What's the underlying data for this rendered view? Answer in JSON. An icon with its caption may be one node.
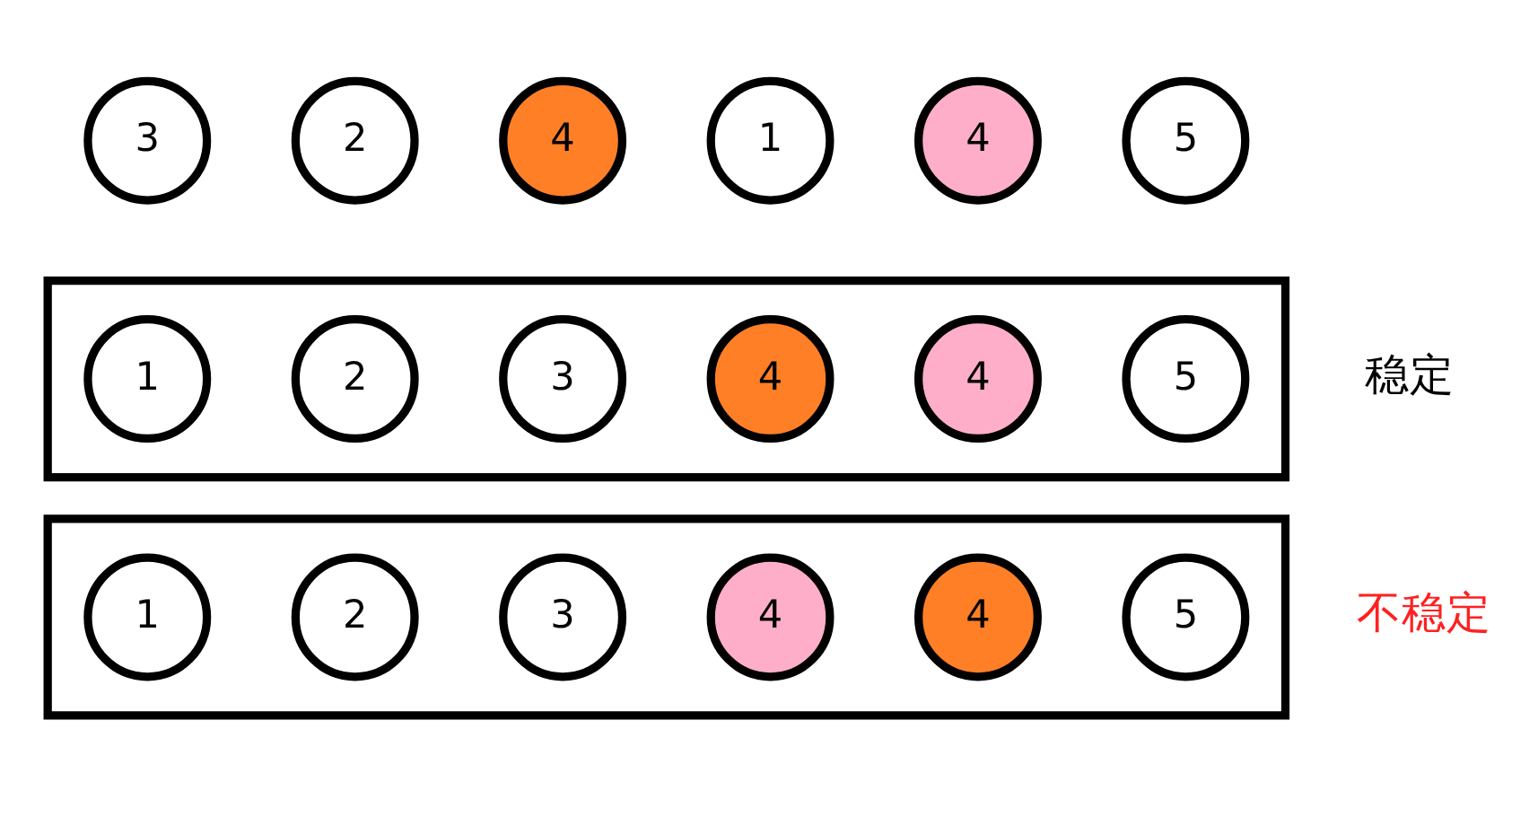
{
  "diagram": {
    "nodes": [
      {
        "text": [
          "3"
        ]
      },
      {
        "text": [
          "2"
        ]
      },
      {
        "text": [
          "4"
        ]
      },
      {
        "text": [
          "1"
        ]
      },
      {
        "text": [
          "4"
        ]
      },
      {
        "text": [
          "5"
        ]
      },
      {
        "text": [],
        "shape": "box",
        "beside": [
          "稳定"
        ]
      },
      {
        "text": [
          "1"
        ],
        "in": 6
      },
      {
        "text": [
          "2"
        ],
        "in": 6
      },
      {
        "text": [
          "3"
        ],
        "in": 6
      },
      {
        "text": [
          "4"
        ],
        "in": 6
      },
      {
        "text": [
          "4"
        ],
        "in": 6
      },
      {
        "text": [
          "5"
        ],
        "in": 6
      },
      {
        "text": [],
        "shape": "box",
        "beside": [
          "不稳定"
        ]
      },
      {
        "text": [
          "1"
        ],
        "in": 13
      },
      {
        "text": [
          "2"
        ],
        "in": 13
      },
      {
        "text": [
          "3"
        ],
        "in": 13
      },
      {
        "text": [
          "4"
        ],
        "in": 13
      },
      {
        "text": [
          "4"
        ],
        "in": 13
      },
      {
        "text": [
          "5"
        ],
        "in": 13
      }
    ],
    "edges": []
  }
}
